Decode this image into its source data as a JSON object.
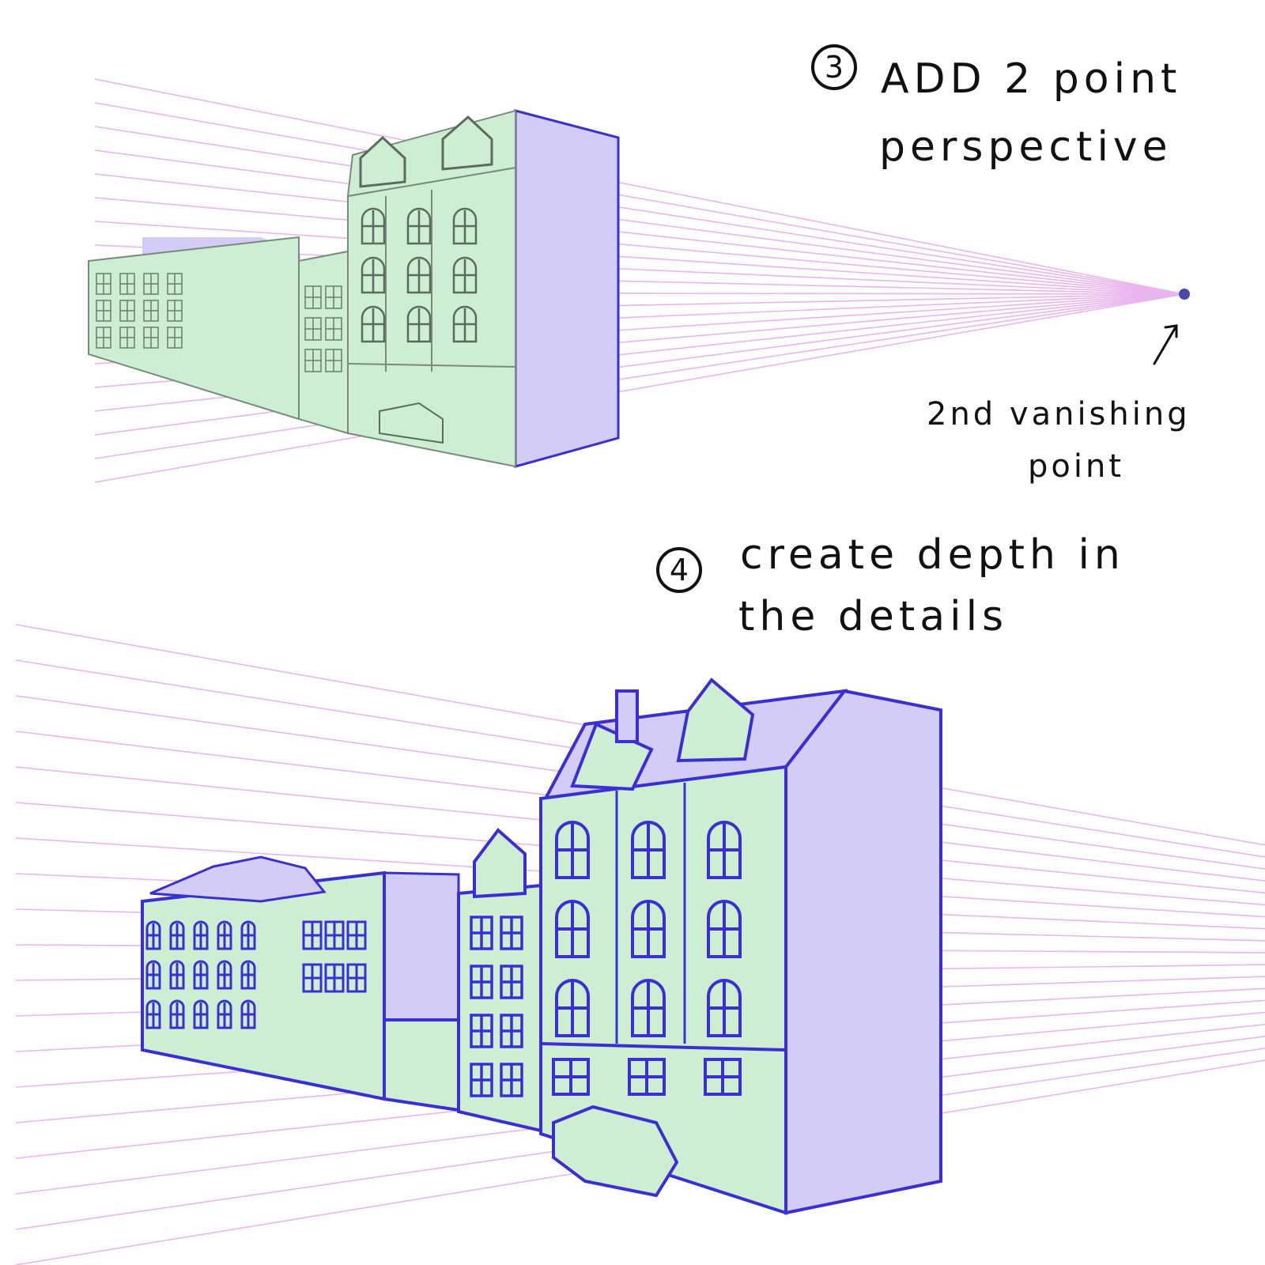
{
  "step3": {
    "number": "3",
    "line1": "ADD 2 point",
    "line2": "perspective"
  },
  "annotation": {
    "line1": "2nd vanishing",
    "line2": "point"
  },
  "step4": {
    "number": "4",
    "line1": "create  depth  in",
    "line2": "the  details"
  },
  "colors": {
    "perspective_line": "#eab4ee",
    "building_fill": "#cdeed3",
    "side_fill": "#d3ccf7",
    "sketch_stroke": "#7a8a7c",
    "ink_stroke": "#3b2fd4",
    "vanishing_point": "#4a48a8",
    "text": "#111111"
  }
}
